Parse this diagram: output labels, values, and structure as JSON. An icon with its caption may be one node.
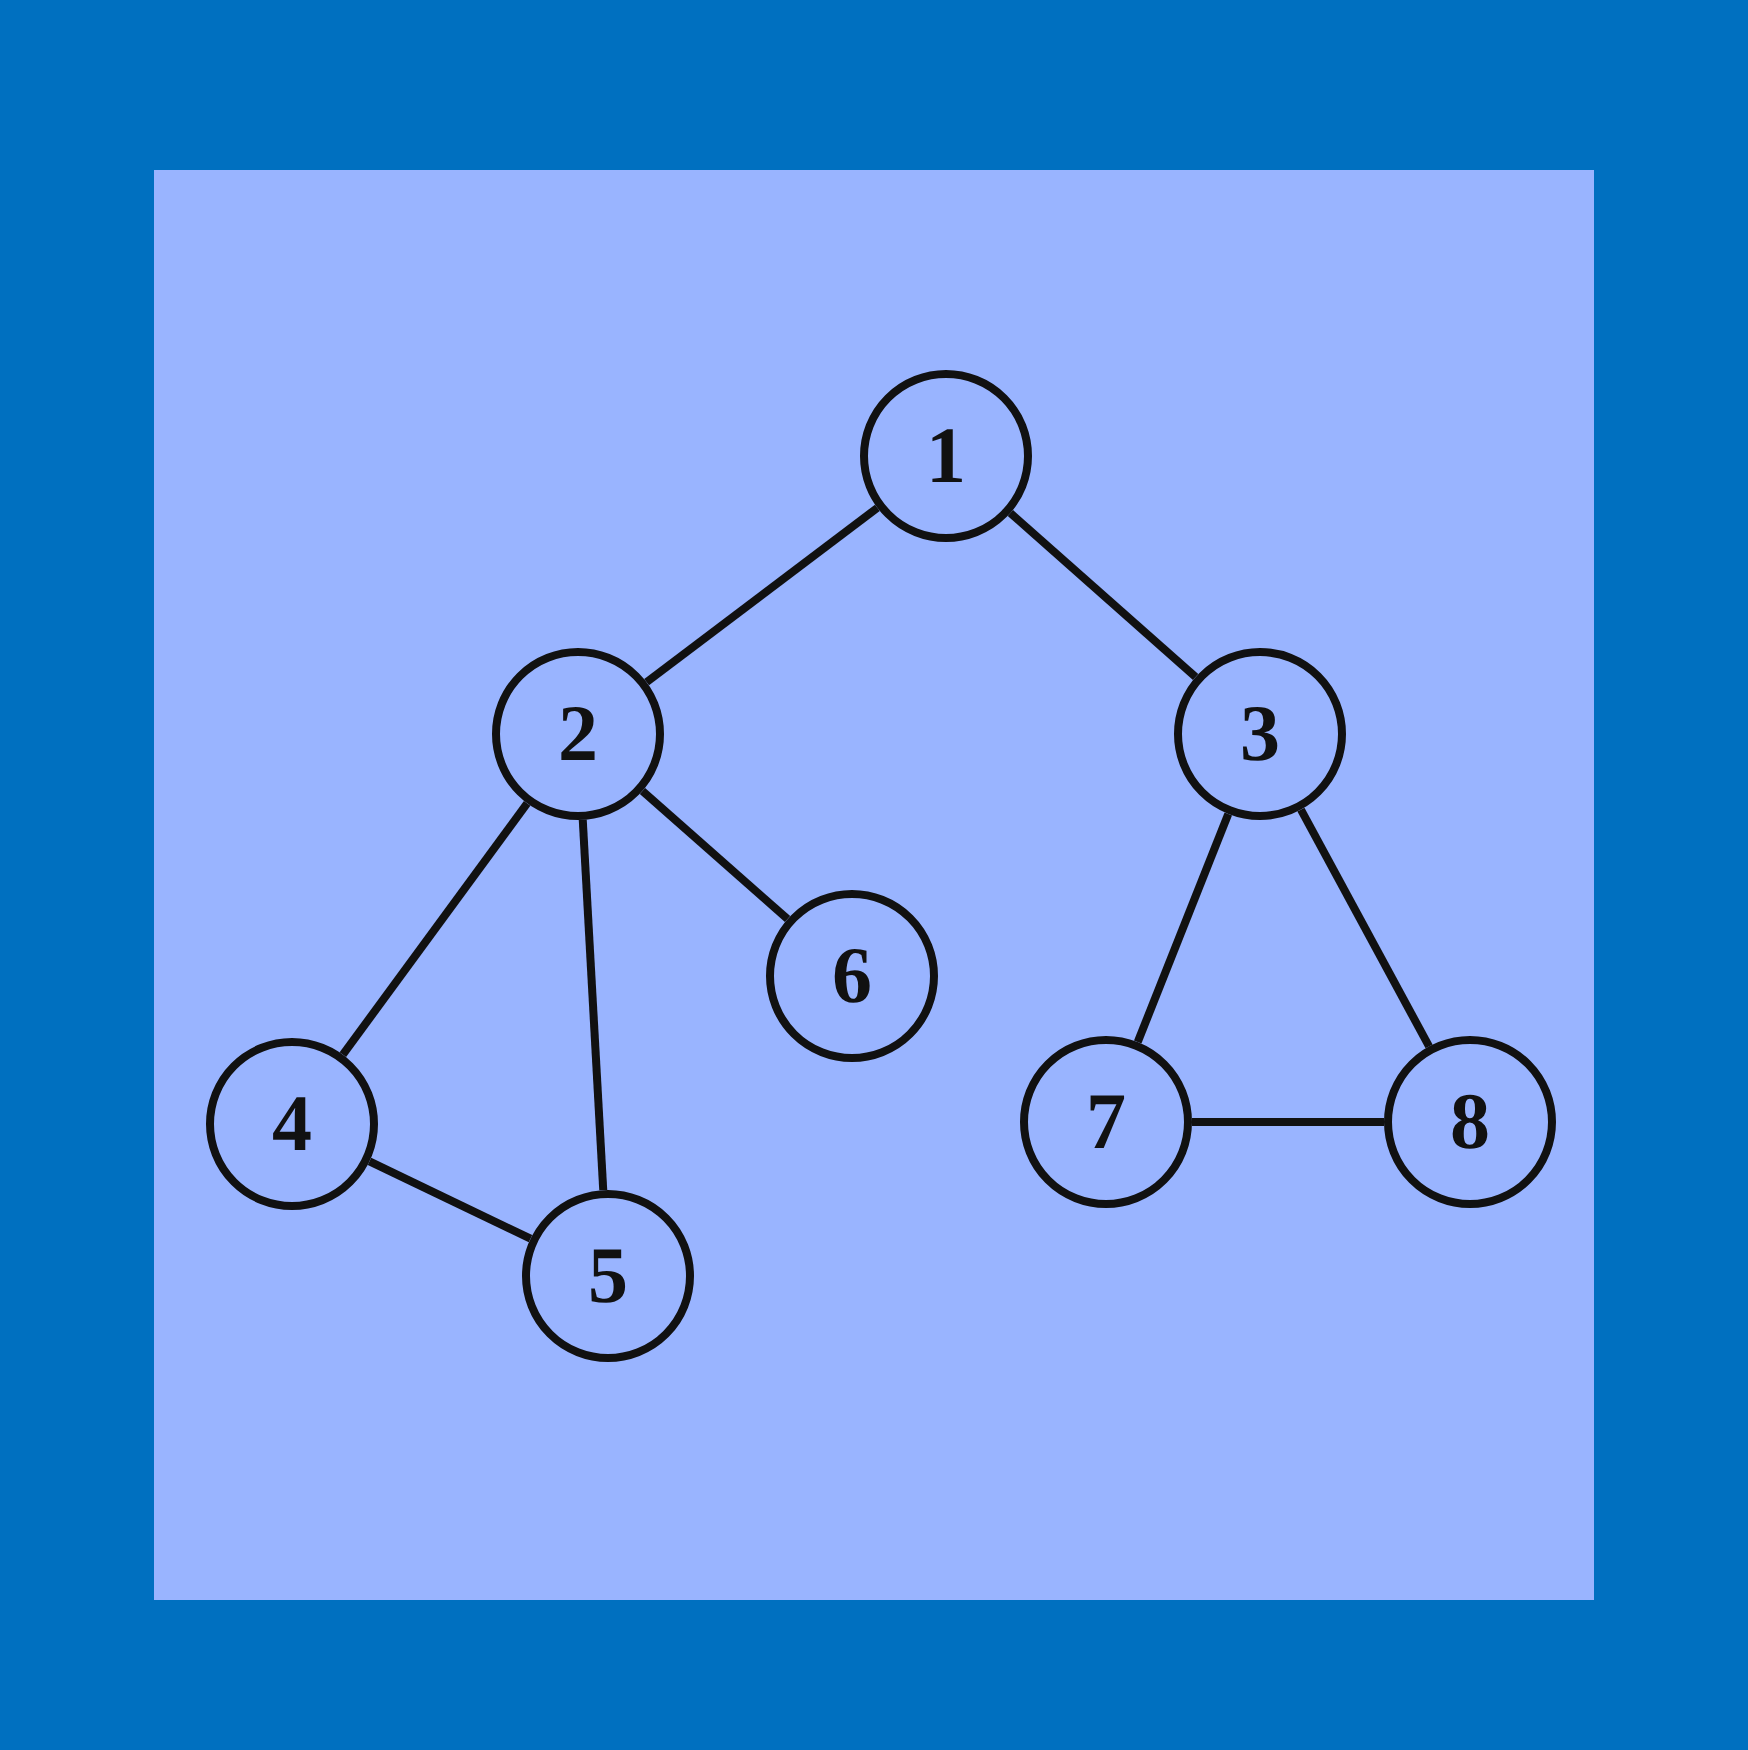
{
  "diagram": {
    "nodes": [
      {
        "text": [
          "1"
        ]
      },
      {
        "text": [
          "2"
        ]
      },
      {
        "text": [
          "3"
        ]
      },
      {
        "text": [
          "4"
        ]
      },
      {
        "text": [
          "5"
        ]
      },
      {
        "text": [
          "6"
        ]
      },
      {
        "text": [
          "7"
        ]
      },
      {
        "text": [
          "8"
        ]
      }
    ],
    "edges": [
      {
        "from": 0,
        "to": 1,
        "arrow": "none"
      },
      {
        "from": 0,
        "to": 2,
        "arrow": "none"
      },
      {
        "from": 1,
        "to": 3,
        "arrow": "none"
      },
      {
        "from": 1,
        "to": 4,
        "arrow": "none"
      },
      {
        "from": 1,
        "to": 5,
        "arrow": "none"
      },
      {
        "from": 3,
        "to": 4,
        "arrow": "none"
      },
      {
        "from": 2,
        "to": 6,
        "arrow": "none"
      },
      {
        "from": 2,
        "to": 7,
        "arrow": "none"
      },
      {
        "from": 6,
        "to": 7,
        "arrow": "none"
      }
    ]
  }
}
